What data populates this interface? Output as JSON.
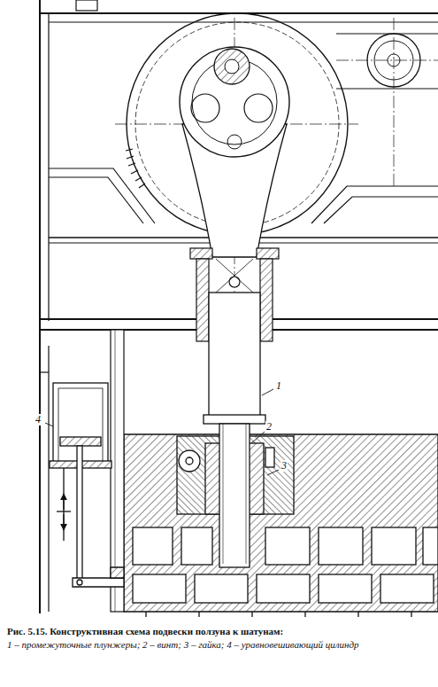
{
  "diagram": {
    "caption": "Рис. 5.15. Конструктивная схема подвески ползуна к шатунам:",
    "labels": [
      "1",
      "2",
      "3",
      "4",
      "1 – промежуточные плунжеры; 2 – винт; 3 – гайка; 4 – уравновешивающий цилиндр"
    ]
  }
}
